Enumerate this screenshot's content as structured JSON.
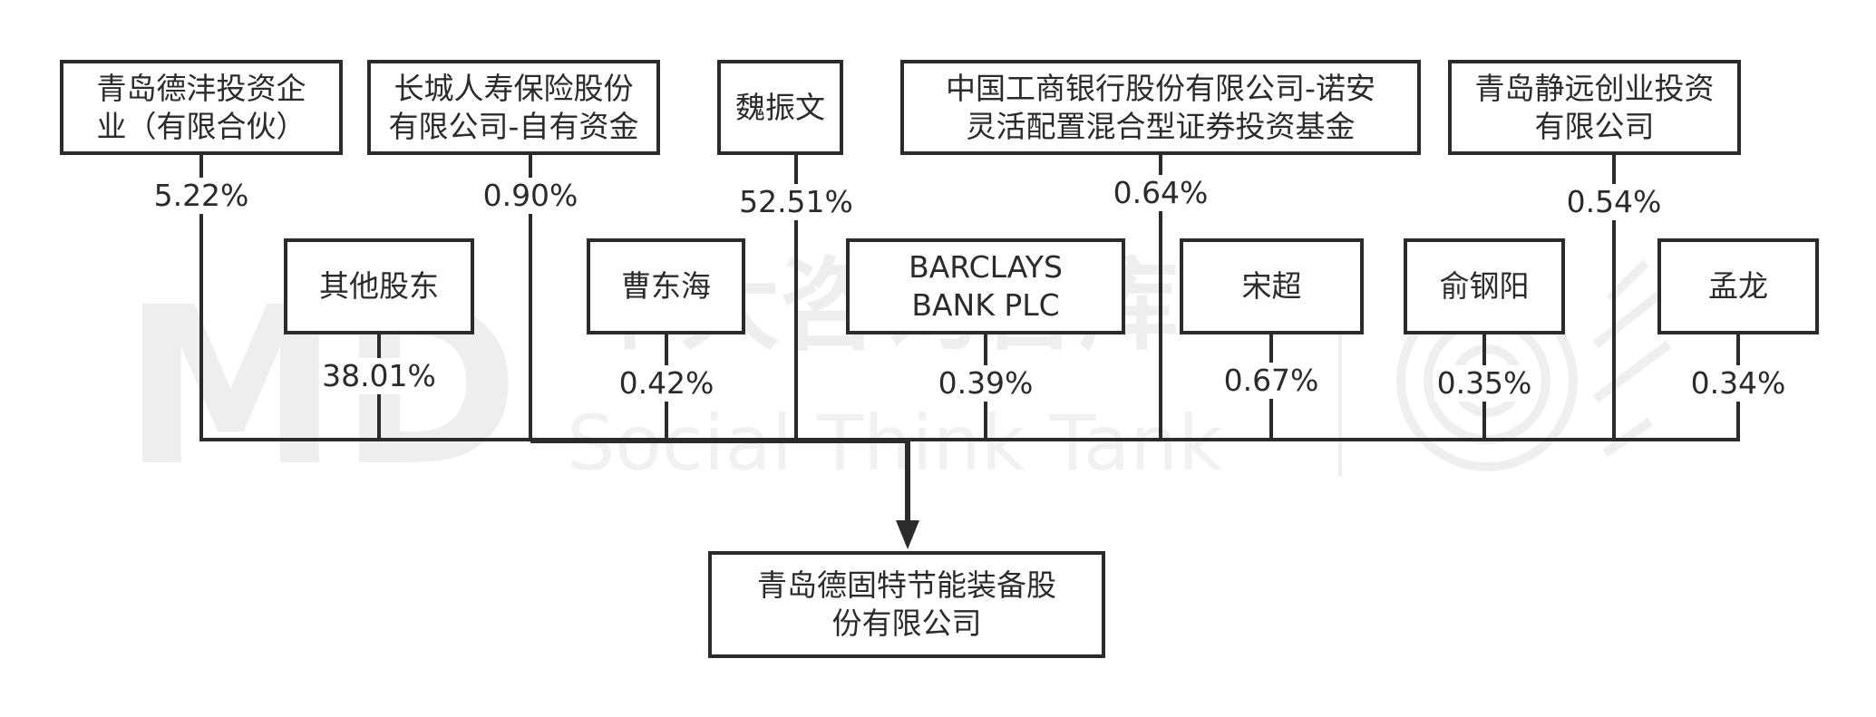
{
  "watermark": {
    "logo": "MD",
    "cn": "中大咨询智库",
    "en": "Social Think Tank"
  },
  "diagram": {
    "target": {
      "id": "company",
      "label": "青岛德固特节能装备股\n份有限公司"
    },
    "shareholders": [
      {
        "id": "s1",
        "label": "青岛德沣投资企\n业（有限合伙）",
        "pct": "5.22%"
      },
      {
        "id": "s2",
        "label": "其他股东",
        "pct": "38.01%"
      },
      {
        "id": "s3",
        "label": "长城人寿保险股份\n有限公司-自有资金",
        "pct": "0.90%"
      },
      {
        "id": "s4",
        "label": "曹东海",
        "pct": "0.42%"
      },
      {
        "id": "s5",
        "label": "魏振文",
        "pct": "52.51%"
      },
      {
        "id": "s6",
        "label": "BARCLAYS\nBANK PLC",
        "pct": "0.39%"
      },
      {
        "id": "s7",
        "label": "中国工商银行股份有限公司-诺安\n灵活配置混合型证券投资基金",
        "pct": "0.64%"
      },
      {
        "id": "s8",
        "label": "宋超",
        "pct": "0.67%"
      },
      {
        "id": "s9",
        "label": "青岛静远创业投资\n有限公司",
        "pct": "0.54%"
      },
      {
        "id": "s10",
        "label": "俞钢阳",
        "pct": "0.35%"
      },
      {
        "id": "s11",
        "label": "孟龙",
        "pct": "0.34%"
      }
    ]
  }
}
